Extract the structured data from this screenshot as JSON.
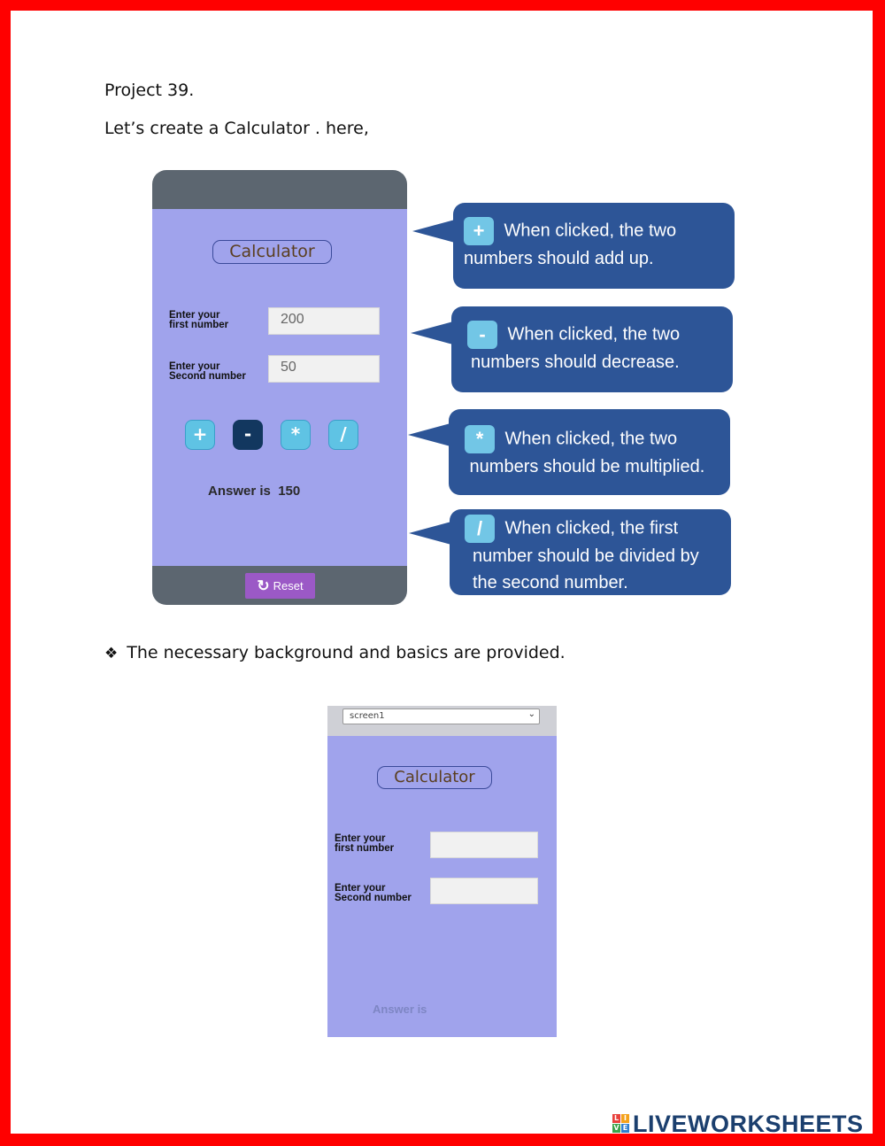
{
  "header": {
    "project": "Project 39.",
    "intro": "Let’s create a Calculator . here,"
  },
  "calculator_demo": {
    "title": "Calculator",
    "first_label_1": "Enter your",
    "first_label_2": "first number",
    "second_label_1": "Enter your",
    "second_label_2": "Second number",
    "first_value": "200",
    "second_value": "50",
    "buttons": [
      "+",
      "-",
      "*",
      "/"
    ],
    "answer": "Answer is  150",
    "reset_label": "Reset",
    "reset_icon": "refresh-icon"
  },
  "callouts": [
    {
      "symbol": "+",
      "line1": " When clicked, the two",
      "line2": "numbers should add up.",
      "line3": ""
    },
    {
      "symbol": "-",
      "line1": " When clicked, the two",
      "line2": "numbers should decrease.",
      "line3": ""
    },
    {
      "symbol": "*",
      "line1": " When clicked, the two",
      "line2": " numbers should be multiplied.",
      "line3": ""
    },
    {
      "symbol": "/",
      "line1": " When clicked, the first",
      "line2": "number should be divided by",
      "line3": "the second number."
    }
  ],
  "bullet": {
    "mark": "❖",
    "text": "The necessary background and basics are provided."
  },
  "calculator_template": {
    "screen_select": "screen1",
    "title": "Calculator",
    "first_label_1": "Enter your",
    "first_label_2": "first number",
    "second_label_1": "Enter your",
    "second_label_2": "Second number",
    "first_value": "",
    "second_value": "",
    "answer": "Answer is"
  },
  "branding": {
    "logo_text": "LIVEWORKSHEETS",
    "logo_letters": [
      "L",
      "I",
      "V",
      "E"
    ],
    "colors": {
      "frame": "#ff0000",
      "callout": "#2d5597",
      "phone_body": "#a0a3ec"
    }
  }
}
